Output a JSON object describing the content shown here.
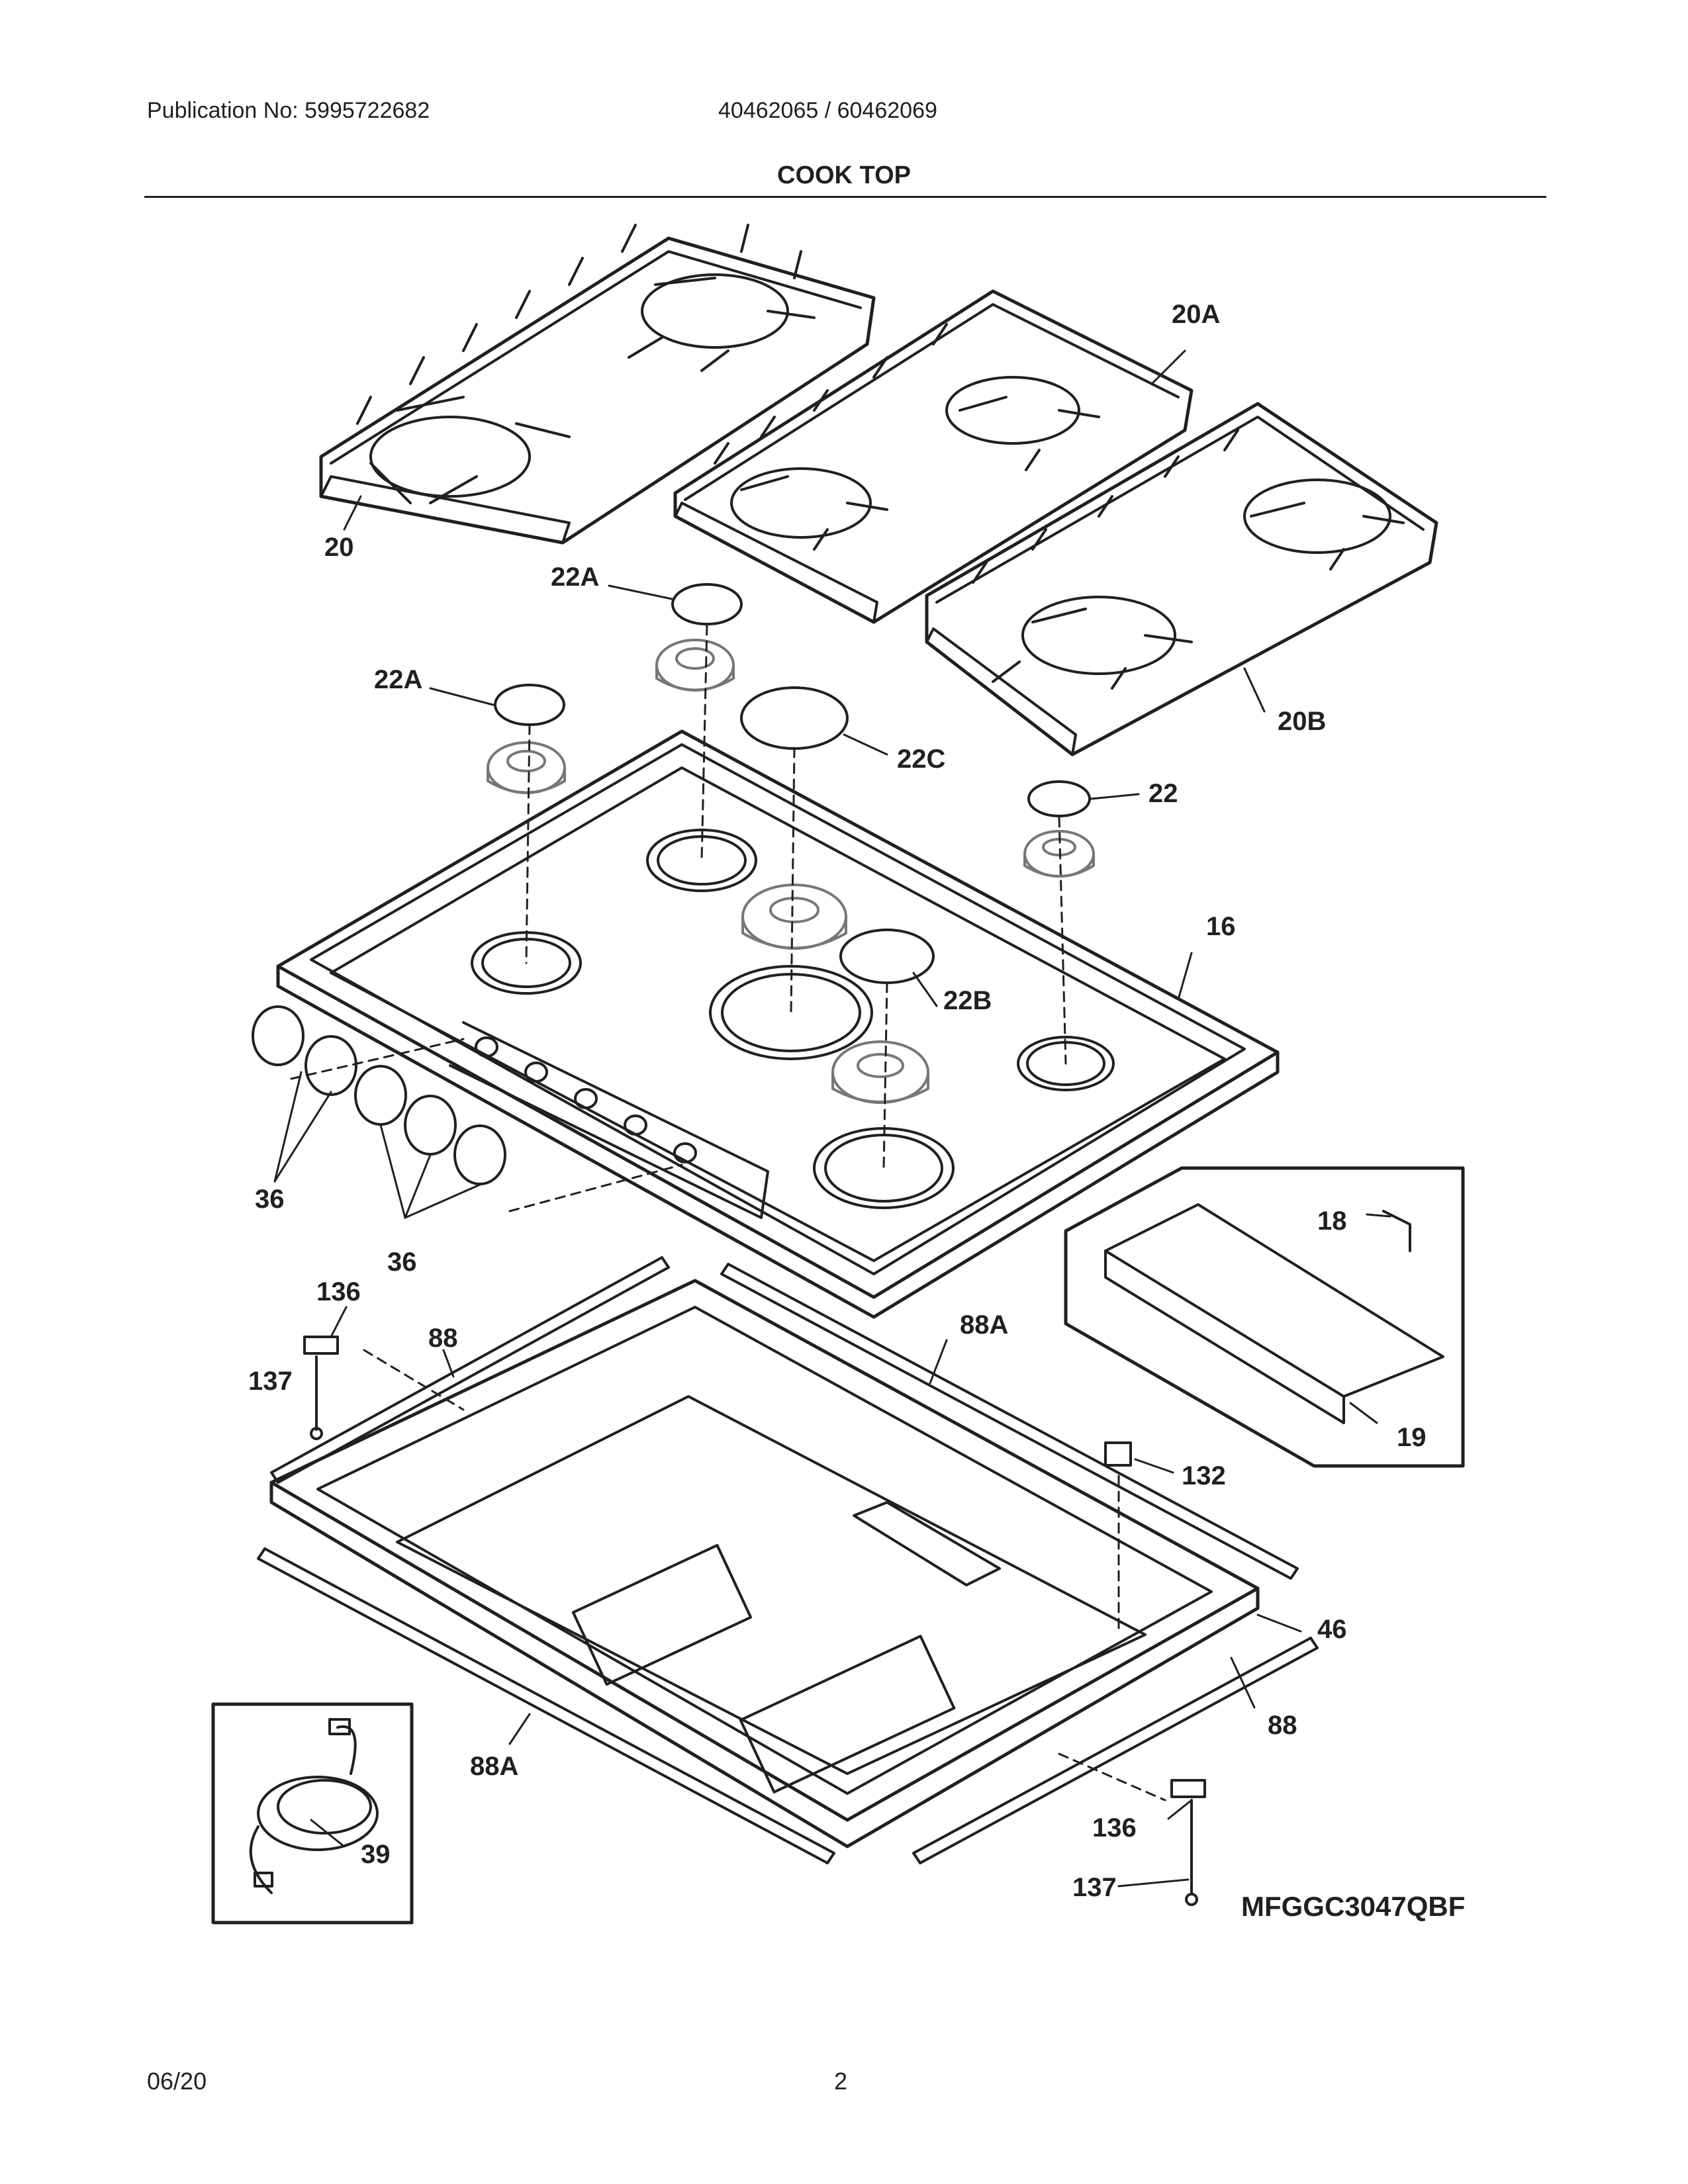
{
  "header": {
    "publication": "Publication No: 5995722682",
    "model_numbers": "40462065 / 60462069",
    "title": "COOK TOP"
  },
  "footer": {
    "date": "06/20",
    "page": "2"
  },
  "diagram": {
    "callouts": {
      "c20": "20",
      "c20a": "20A",
      "c20b": "20B",
      "c22a_1": "22A",
      "c22a_2": "22A",
      "c22c": "22C",
      "c22": "22",
      "c16": "16",
      "c22b": "22B",
      "c36_1": "36",
      "c36_2": "36",
      "c18": "18",
      "c19": "19",
      "c136_1": "136",
      "c137_1": "137",
      "c88_1": "88",
      "c88a_1": "88A",
      "c132": "132",
      "c46": "46",
      "c88_2": "88",
      "c88a_2": "88A",
      "c39": "39",
      "c136_2": "136",
      "c137_2": "137"
    },
    "model_code": "MFGGC3047QBF"
  }
}
